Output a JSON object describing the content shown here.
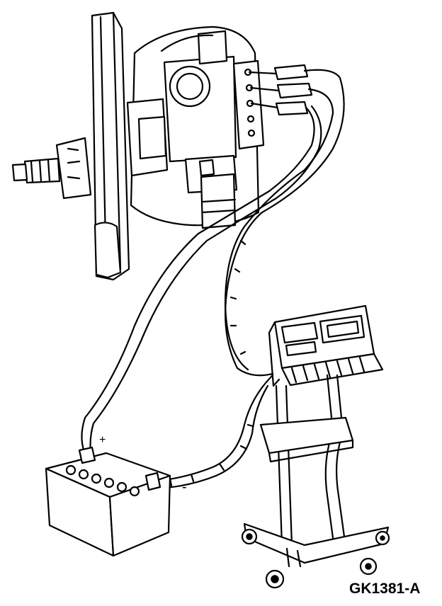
{
  "labels": {
    "battery_positive": "+",
    "battery_negative": "-",
    "figure_id": "GK1381-A"
  },
  "colors": {
    "ink": "#000000",
    "paper": "#ffffff"
  },
  "icons": {
    "alternator": "alternator-illustration",
    "tester": "charging-system-tester-illustration",
    "battery": "battery-illustration"
  }
}
